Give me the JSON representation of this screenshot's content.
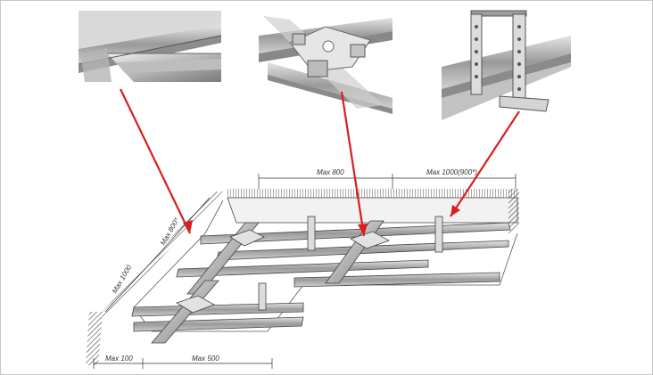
{
  "dimensions": {
    "top_left_span": "Max 800",
    "top_right_span": "Max 1000(900*)",
    "left_upper": "Max 800*",
    "left_lower": "Max 1000",
    "bottom_left": "Max 100",
    "bottom_right": "Max 500"
  },
  "callouts": {
    "arrow_color": "#d81e1e",
    "items": [
      {
        "name": "profile-joint-detail"
      },
      {
        "name": "crab-connector-detail"
      },
      {
        "name": "direct-hanger-detail"
      }
    ]
  }
}
